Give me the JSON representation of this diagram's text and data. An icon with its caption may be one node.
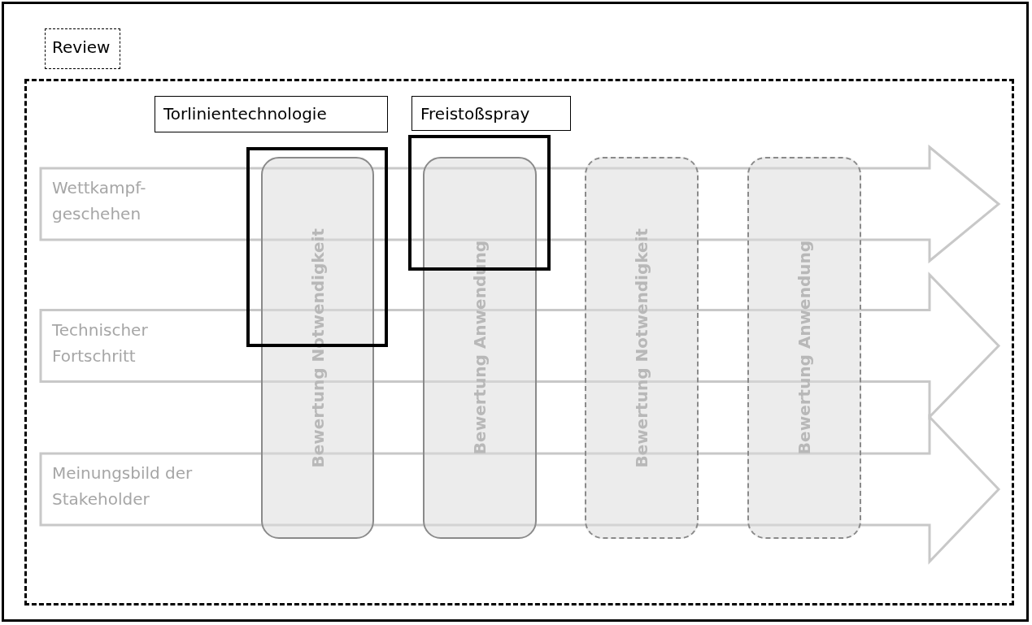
{
  "diagram": {
    "nodes": [
      {
        "text": [
          "Review"
        ]
      },
      {
        "text": [],
        "shape": "box"
      },
      {
        "text": [
          "Torlinientechnologie"
        ],
        "in": 1
      },
      {
        "text": [
          "Freistoßspray"
        ],
        "in": 1
      },
      {
        "text": [],
        "shape": "box",
        "in": 1
      },
      {
        "text": [],
        "shape": "box",
        "in": 1
      },
      {
        "text": [
          "Wettkampf- geschehen"
        ],
        "in": 1
      },
      {
        "text": [
          "Technischer Fortschritt"
        ],
        "in": 1
      },
      {
        "text": [
          "Meinungsbild der Stakeholder"
        ],
        "in": 1
      },
      {
        "text": [
          "Bewertung Notwendigkeit"
        ],
        "in": 1
      },
      {
        "text": [
          "Bewertung Anwendung"
        ],
        "in": 1
      },
      {
        "text": [
          "Bewertung Notwendigkeit"
        ],
        "in": 1
      },
      {
        "text": [
          "Bewertung Anwendung"
        ],
        "in": 1
      }
    ]
  }
}
